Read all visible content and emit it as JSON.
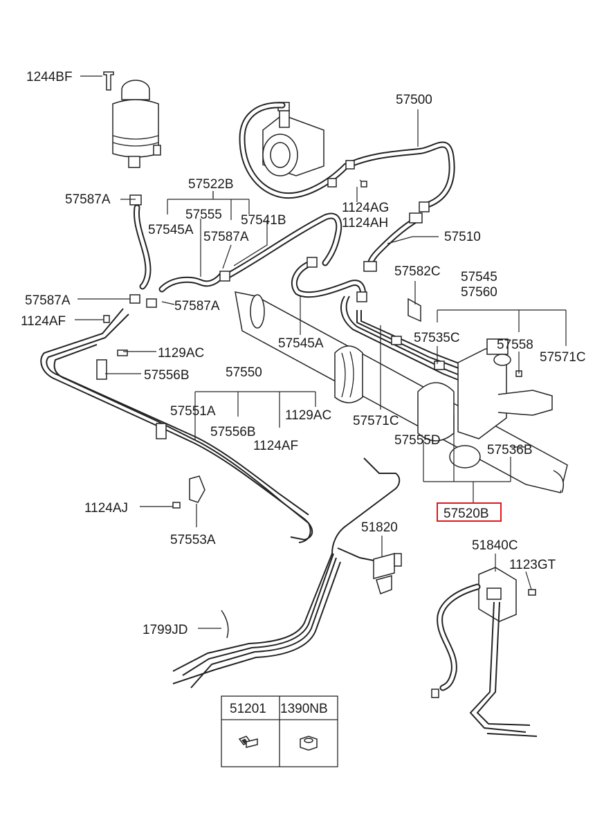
{
  "labels": {
    "l_1244BF": "1244BF",
    "l_57500": "57500",
    "l_57522B": "57522B",
    "l_57587A_1": "57587A",
    "l_57555": "57555",
    "l_57545A_1": "57545A",
    "l_57541B": "57541B",
    "l_57587A_2": "57587A",
    "l_1124AG": "1124AG",
    "l_1124AH": "1124AH",
    "l_57510": "57510",
    "l_57587A_3": "57587A",
    "l_57587A_4": "57587A",
    "l_1124AF_1": "1124AF",
    "l_57582C": "57582C",
    "l_57545": "57545",
    "l_57560": "57560",
    "l_57545A_2": "57545A",
    "l_57535C": "57535C",
    "l_57558": "57558",
    "l_57571C_1": "57571C",
    "l_1129AC_1": "1129AC",
    "l_57556B_1": "57556B",
    "l_57550": "57550",
    "l_57551A": "57551A",
    "l_57556B_2": "57556B",
    "l_1129AC_2": "1129AC",
    "l_1124AF_2": "1124AF",
    "l_57571C_2": "57571C",
    "l_57555D": "57555D",
    "l_57536B": "57536B",
    "l_57520B": "57520B",
    "l_1124AJ": "1124AJ",
    "l_57553A": "57553A",
    "l_51820": "51820",
    "l_51840C": "51840C",
    "l_1123GT": "1123GT",
    "l_1799JD": "1799JD"
  },
  "parts_table": {
    "col1": "51201",
    "col2": "1390NB"
  },
  "colors": {
    "line": "#222222",
    "highlight": "#e0161b",
    "background": "#ffffff"
  }
}
